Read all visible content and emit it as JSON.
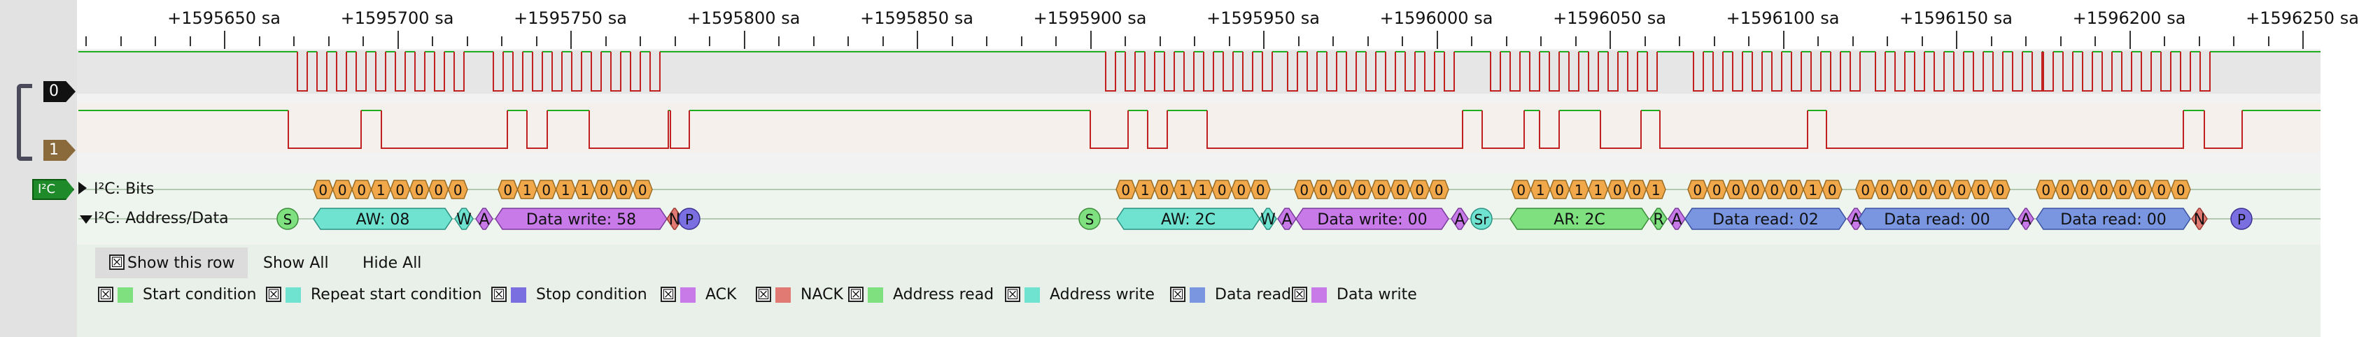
{
  "ruler": {
    "ticks_labels": [
      "+1595650 sa",
      "+1595700 sa",
      "+1595750 sa",
      "+1595800 sa",
      "+1595850 sa",
      "+1595900 sa",
      "+1595950 sa",
      "+1596000 sa",
      "+1596050 sa",
      "+1596100 sa",
      "+1596150 sa",
      "+1596200 sa",
      "+1596250 sa"
    ]
  },
  "channels": [
    {
      "label": "0",
      "color": "#111111"
    },
    {
      "label": "1",
      "color": "#8a6a3a"
    }
  ],
  "decoder": {
    "badge": "I²C",
    "rows": [
      {
        "label": "I²C: Bits",
        "expanded": false
      },
      {
        "label": "I²C: Address/Data",
        "expanded": true
      }
    ],
    "bits_groups": [
      {
        "bits": [
          "0",
          "0",
          "0",
          "1",
          "0",
          "0",
          "0",
          "0"
        ]
      },
      {
        "bits": [
          "0",
          "1",
          "0",
          "1",
          "1",
          "0",
          "0",
          "0"
        ]
      },
      {
        "bits": [
          "0",
          "1",
          "0",
          "1",
          "1",
          "0",
          "0",
          "0"
        ]
      },
      {
        "bits": [
          "0",
          "0",
          "0",
          "0",
          "0",
          "0",
          "0",
          "0"
        ]
      },
      {
        "bits": [
          "0",
          "1",
          "0",
          "1",
          "1",
          "0",
          "0",
          "1"
        ]
      },
      {
        "bits": [
          "0",
          "0",
          "0",
          "0",
          "0",
          "0",
          "1",
          "0"
        ]
      },
      {
        "bits": [
          "0",
          "0",
          "0",
          "0",
          "0",
          "0",
          "0",
          "0"
        ]
      },
      {
        "bits": [
          "0",
          "0",
          "0",
          "0",
          "0",
          "0",
          "0",
          "0"
        ]
      }
    ],
    "annotations": [
      {
        "kind": "S",
        "text": "S"
      },
      {
        "kind": "aw",
        "text": "AW: 08"
      },
      {
        "kind": "w",
        "text": "W"
      },
      {
        "kind": "a",
        "text": "A"
      },
      {
        "kind": "dw",
        "text": "Data write: 58"
      },
      {
        "kind": "n",
        "text": "N"
      },
      {
        "kind": "p",
        "text": "P"
      },
      {
        "kind": "S",
        "text": "S"
      },
      {
        "kind": "aw",
        "text": "AW: 2C"
      },
      {
        "kind": "w",
        "text": "W"
      },
      {
        "kind": "a",
        "text": "A"
      },
      {
        "kind": "dw",
        "text": "Data write: 00"
      },
      {
        "kind": "a",
        "text": "A"
      },
      {
        "kind": "sr",
        "text": "Sr"
      },
      {
        "kind": "ar",
        "text": "AR: 2C"
      },
      {
        "kind": "r",
        "text": "R"
      },
      {
        "kind": "a",
        "text": "A"
      },
      {
        "kind": "dr",
        "text": "Data read: 02"
      },
      {
        "kind": "a",
        "text": "A"
      },
      {
        "kind": "dr",
        "text": "Data read: 00"
      },
      {
        "kind": "a",
        "text": "A"
      },
      {
        "kind": "dr",
        "text": "Data read: 00"
      },
      {
        "kind": "n",
        "text": "N"
      },
      {
        "kind": "p",
        "text": "P"
      }
    ]
  },
  "menu": {
    "show_this_row": "Show this row",
    "show_all": "Show All",
    "hide_all": "Hide All",
    "show_this_row_checked": "☒"
  },
  "legend": [
    {
      "label": "Start condition",
      "color": "#7ee07e",
      "checked": "☒"
    },
    {
      "label": "Repeat start condition",
      "color": "#6fe3d0",
      "checked": "☒"
    },
    {
      "label": "Stop condition",
      "color": "#7a6fe0",
      "checked": "☒"
    },
    {
      "label": "ACK",
      "color": "#c77ae8",
      "checked": "☒"
    },
    {
      "label": "NACK",
      "color": "#e07a72",
      "checked": "☒"
    },
    {
      "label": "Address read",
      "color": "#7ee07e",
      "checked": "☒"
    },
    {
      "label": "Address write",
      "color": "#6fe3d0",
      "checked": "☒"
    },
    {
      "label": "Data read",
      "color": "#7a96e0",
      "checked": "☒"
    },
    {
      "label": "Data write",
      "color": "#c77ae8",
      "checked": "☒"
    }
  ]
}
